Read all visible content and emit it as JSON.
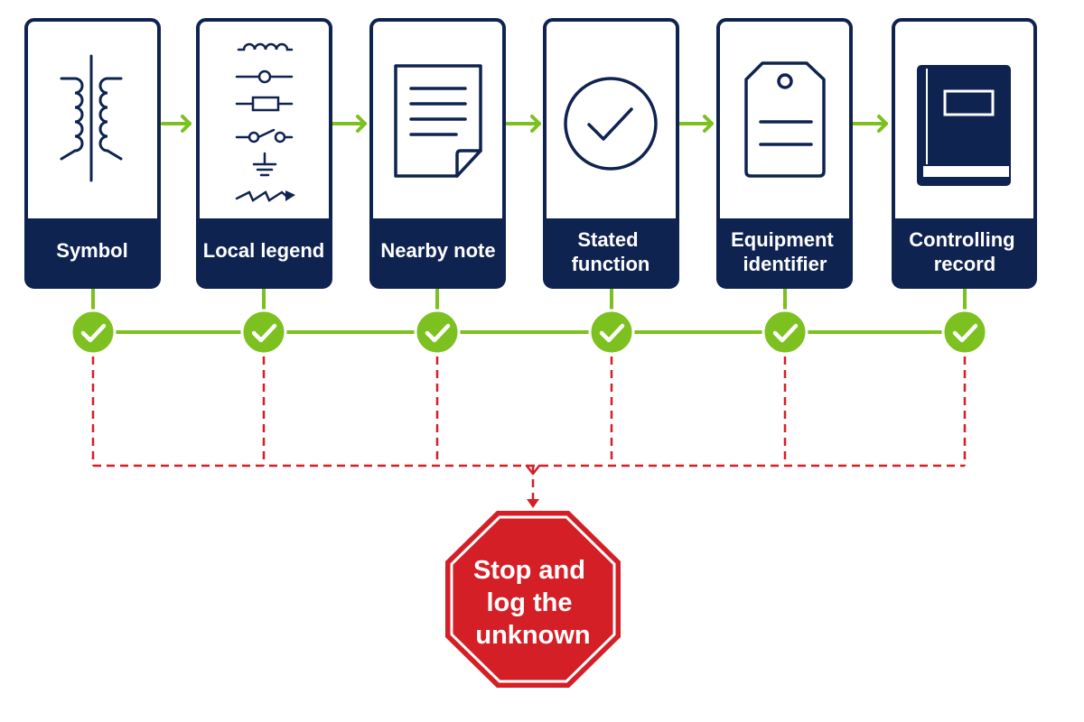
{
  "steps": [
    {
      "label_lines": [
        "Symbol"
      ],
      "icon": "transformer-symbol-icon"
    },
    {
      "label_lines": [
        "Local legend"
      ],
      "icon": "legend-symbols-icon"
    },
    {
      "label_lines": [
        "Nearby note"
      ],
      "icon": "note-page-icon"
    },
    {
      "label_lines": [
        "Stated",
        "function"
      ],
      "icon": "check-circle-icon"
    },
    {
      "label_lines": [
        "Equipment",
        "identifier"
      ],
      "icon": "tag-icon"
    },
    {
      "label_lines": [
        "Controlling",
        "record"
      ],
      "icon": "book-icon"
    }
  ],
  "stop": {
    "label_lines": [
      "Stop and",
      "log the",
      "unknown"
    ],
    "icon": "stop-sign-icon"
  },
  "colors": {
    "navy": "#0f2350",
    "green": "#7cc11f",
    "red": "#d51f26",
    "white": "#ffffff"
  }
}
